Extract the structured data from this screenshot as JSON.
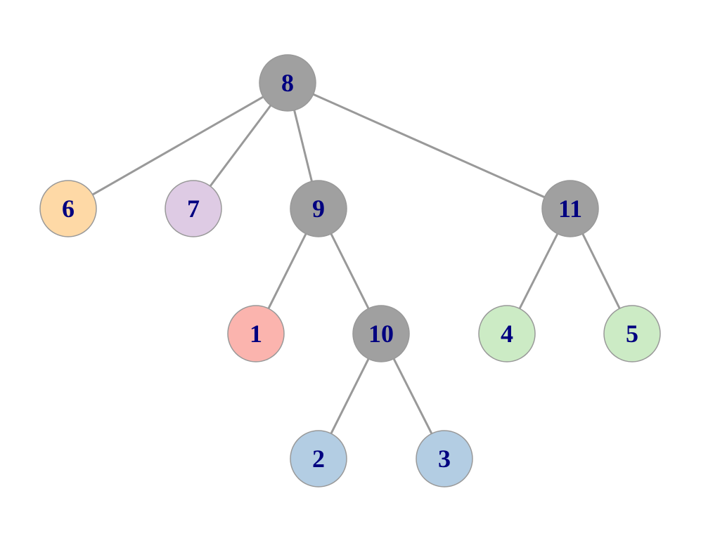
{
  "tree": {
    "nodes": [
      {
        "id": "8",
        "label": "8",
        "color": "#a0a0a0"
      },
      {
        "id": "6",
        "label": "6",
        "color": "#fed9a6"
      },
      {
        "id": "7",
        "label": "7",
        "color": "#decbe4"
      },
      {
        "id": "9",
        "label": "9",
        "color": "#a0a0a0"
      },
      {
        "id": "11",
        "label": "11",
        "color": "#a0a0a0"
      },
      {
        "id": "1",
        "label": "1",
        "color": "#fbb4ae"
      },
      {
        "id": "10",
        "label": "10",
        "color": "#a0a0a0"
      },
      {
        "id": "4",
        "label": "4",
        "color": "#ccebc5"
      },
      {
        "id": "5",
        "label": "5",
        "color": "#ccebc5"
      },
      {
        "id": "2",
        "label": "2",
        "color": "#b3cde3"
      },
      {
        "id": "3",
        "label": "3",
        "color": "#b3cde3"
      }
    ],
    "edges": [
      {
        "from": "8",
        "to": "6"
      },
      {
        "from": "8",
        "to": "7"
      },
      {
        "from": "8",
        "to": "9"
      },
      {
        "from": "8",
        "to": "11"
      },
      {
        "from": "9",
        "to": "1"
      },
      {
        "from": "9",
        "to": "10"
      },
      {
        "from": "11",
        "to": "4"
      },
      {
        "from": "11",
        "to": "5"
      },
      {
        "from": "10",
        "to": "2"
      },
      {
        "from": "10",
        "to": "3"
      }
    ],
    "edge_color": "#999999",
    "label_color": "#000080"
  }
}
